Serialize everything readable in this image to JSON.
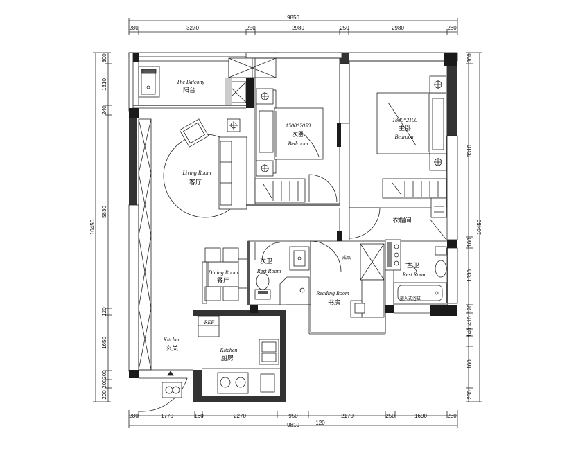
{
  "dimensions": {
    "top": {
      "total": "9850",
      "segments": [
        "280",
        "3270",
        "250",
        "2980",
        "250",
        "2980",
        "280"
      ]
    },
    "bottom": {
      "total": "9810",
      "segments": [
        "280",
        "1770",
        "160",
        "2270",
        "950",
        "2170",
        "250",
        "1690",
        "280"
      ],
      "extra": "120"
    },
    "left": {
      "total": "10450",
      "segments": [
        "300",
        "1310",
        "240",
        "5830",
        "120",
        "1650",
        "200",
        "200",
        "200"
      ]
    },
    "right": {
      "total": "10450",
      "segments": [
        "300",
        "3310",
        "160",
        "1330",
        "170",
        "410",
        "140",
        "160",
        "280"
      ]
    }
  },
  "rooms": {
    "balcony": {
      "en": "The Balcony",
      "zh": "阳台"
    },
    "second_bedroom": {
      "size": "1500*2050",
      "zh": "次卧",
      "en": "Bedroom"
    },
    "master_bedroom": {
      "size": "1800*2100",
      "zh": "主卧",
      "en": "Bedroom"
    },
    "living": {
      "en": "Living Room",
      "zh": "客厅"
    },
    "cloakroom": {
      "zh": "衣帽间"
    },
    "second_bath": {
      "zh": "次卫",
      "en": "Rest Room"
    },
    "master_bath": {
      "zh": "主卫",
      "en": "Rest Room"
    },
    "dining": {
      "en": "Dining Room",
      "zh": "餐厅"
    },
    "reading": {
      "en": "Reading Room",
      "zh": "书房"
    },
    "entrance": {
      "en": "Kitchen",
      "zh": "玄关"
    },
    "kitchen": {
      "en": "Kitchen",
      "zh": "厨房"
    }
  },
  "fixtures": {
    "fridge": "REF",
    "bathtub": "嵌入式浴缸",
    "finished": "成品"
  }
}
